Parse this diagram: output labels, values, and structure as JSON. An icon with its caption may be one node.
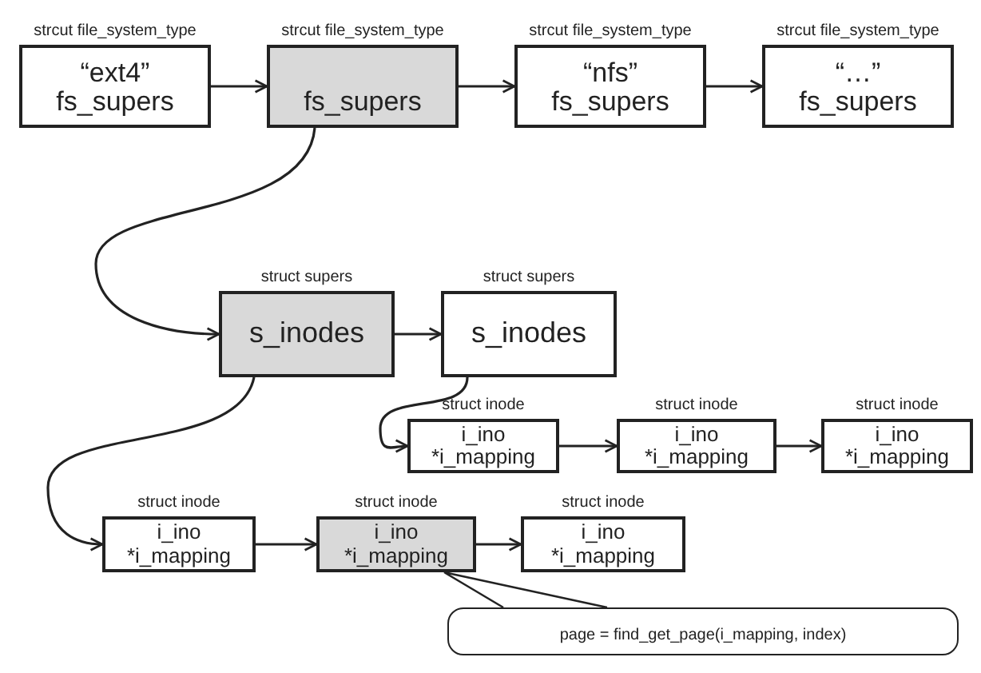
{
  "diagram": {
    "nodes": [
      {
        "text": [
          "strcut file_system_type",
          "“ext4”",
          "fs_supers"
        ]
      },
      {
        "text": [
          "strcut file_system_type",
          "fs_supers"
        ]
      },
      {
        "text": [
          "strcut file_system_type",
          "“nfs”",
          "fs_supers"
        ]
      },
      {
        "text": [
          "strcut file_system_type",
          "“…”",
          "fs_supers"
        ]
      },
      {
        "text": [
          "struct supers",
          "s_inodes"
        ]
      },
      {
        "text": [
          "struct supers",
          "s_inodes"
        ]
      },
      {
        "text": [
          "struct inode",
          "i_ino",
          "*i_mapping"
        ]
      },
      {
        "text": [
          "struct inode",
          "i_ino",
          "*i_mapping"
        ]
      },
      {
        "text": [
          "struct inode",
          "i_ino",
          "*i_mapping"
        ]
      },
      {
        "text": [
          "struct inode",
          "i_ino",
          "*i_mapping"
        ]
      },
      {
        "text": [
          "struct inode",
          "i_ino",
          "*i_mapping"
        ]
      },
      {
        "text": [
          "struct inode",
          "i_ino",
          "*i_mapping"
        ]
      },
      {
        "text": [
          "page = find_get_page(i_mapping, index)"
        ]
      }
    ],
    "edges": [
      {
        "from": 0,
        "to": 1,
        "arrow": "to"
      },
      {
        "from": 1,
        "to": 2,
        "arrow": "to"
      },
      {
        "from": 2,
        "to": 3,
        "arrow": "to"
      },
      {
        "from": 1,
        "to": 4,
        "arrow": "to"
      },
      {
        "from": 4,
        "to": 5,
        "arrow": "to"
      },
      {
        "from": 5,
        "to": 6,
        "arrow": "to"
      },
      {
        "from": 6,
        "to": 7,
        "arrow": "to"
      },
      {
        "from": 7,
        "to": 8,
        "arrow": "to"
      },
      {
        "from": 4,
        "to": 9,
        "arrow": "to"
      },
      {
        "from": 9,
        "to": 10,
        "arrow": "to"
      },
      {
        "from": 10,
        "to": 11,
        "arrow": "to"
      },
      {
        "from": 12,
        "to": 10,
        "arrow": "none"
      }
    ]
  }
}
